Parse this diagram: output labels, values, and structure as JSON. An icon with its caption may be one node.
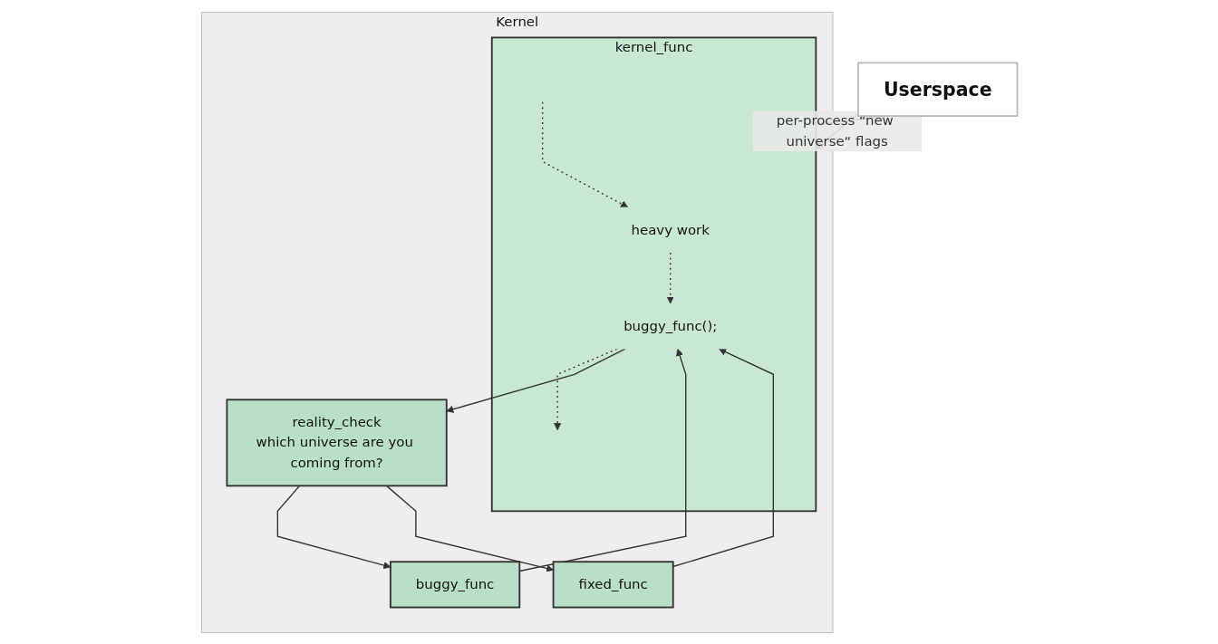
{
  "diagram": {
    "nodes": [
      {
        "text": [
          "Userspace"
        ]
      },
      {
        "text": [
          "Kernel"
        ]
      },
      {
        "text": [
          "kernel_func"
        ],
        "in": 1
      },
      {
        "text": [
          "heavy work"
        ],
        "in": 2
      },
      {
        "text": [
          "buggy_func();"
        ],
        "in": 2
      },
      {
        "text": [
          "reality_check",
          "which universe are you coming from?"
        ],
        "in": 1
      },
      {
        "text": [
          "buggy_func"
        ],
        "in": 1
      },
      {
        "text": [
          "fixed_func"
        ],
        "in": 1
      }
    ],
    "edges": [
      {
        "from": 0,
        "to": 2,
        "arrow": "to",
        "label": "per-process “new universe“ flags"
      },
      {
        "from": 2,
        "to": 0,
        "arrow": "to"
      },
      {
        "from": null,
        "to": 3,
        "arrow": "to",
        "style": "dashed"
      },
      {
        "from": 3,
        "to": 4,
        "arrow": "to",
        "style": "dashed"
      },
      {
        "from": 4,
        "to": null,
        "arrow": "to",
        "style": "dashed"
      },
      {
        "from": 4,
        "to": 5,
        "arrow": "to"
      },
      {
        "from": 5,
        "to": 6,
        "arrow": "to"
      },
      {
        "from": 5,
        "to": 7,
        "arrow": "to"
      },
      {
        "from": 6,
        "to": 4,
        "arrow": "to"
      },
      {
        "from": 7,
        "to": 4,
        "arrow": "to"
      }
    ]
  }
}
